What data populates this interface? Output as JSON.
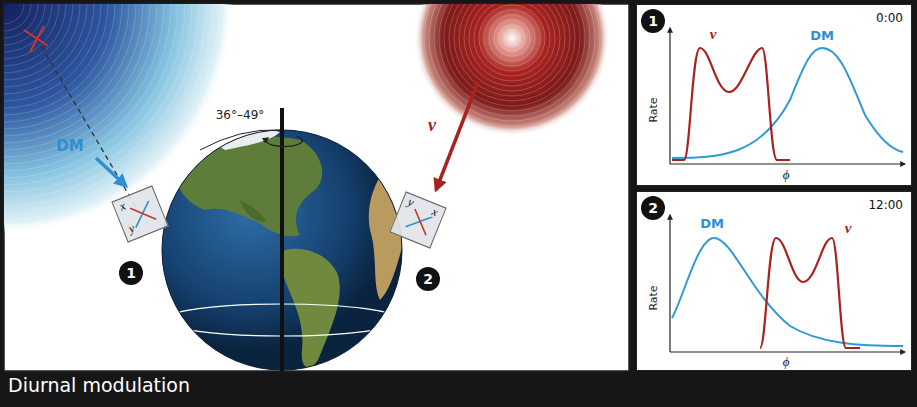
{
  "diagram": {
    "caption": "Diurnal modulation",
    "nodes": [
      {
        "text": [
          "x",
          "y"
        ]
      },
      {
        "text": [
          "1"
        ]
      },
      {
        "text": [
          "y",
          "x"
        ]
      },
      {
        "text": [
          "2"
        ]
      },
      {
        "text": [
          "0:00"
        ]
      },
      {
        "text": [
          "1"
        ],
        "in": 4
      },
      {
        "text": [
          "12:00"
        ]
      },
      {
        "text": [
          "2"
        ],
        "in": 6
      }
    ],
    "labels": [
      "DM",
      "36°–49°",
      "ν",
      "ν",
      "DM",
      "Rate",
      "ϕ",
      "DM",
      "ν",
      "Rate",
      "ϕ"
    ]
  }
}
